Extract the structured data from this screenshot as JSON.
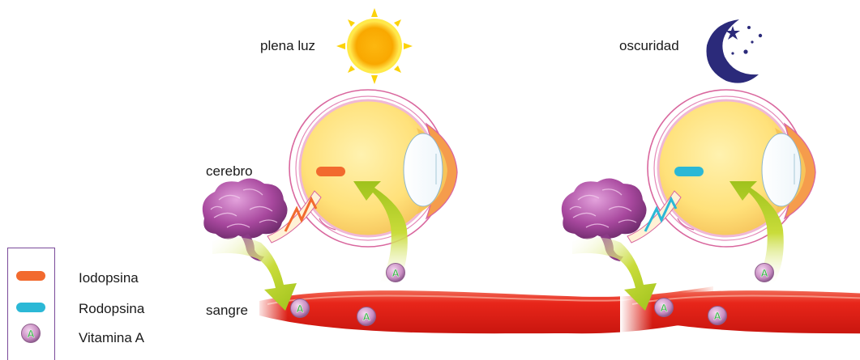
{
  "panels": [
    {
      "id": "light",
      "title": "plena luz",
      "brain_label": "cerebro",
      "blood_label": "sangre",
      "pigment": "iodopsina"
    },
    {
      "id": "dark",
      "title": "oscuridad",
      "brain_label": "",
      "blood_label": "",
      "pigment": "rodopsina"
    }
  ],
  "legend": {
    "items": [
      {
        "key": "iodopsina",
        "label": "Iodopsina"
      },
      {
        "key": "rodopsina",
        "label": "Rodopsina"
      },
      {
        "key": "vitamina",
        "label": "Vitamina A"
      }
    ]
  },
  "vitamin_letter": "A",
  "icons": {
    "sun": "sun-icon",
    "moon": "moon-stars-icon",
    "brain": "brain-icon",
    "eye": "eye-icon",
    "nerve": "nerve-signal-icon"
  },
  "colors": {
    "iodopsina": "#f26a2e",
    "rodopsina": "#2bb8d6",
    "vitamin_fill": "#c98fc4",
    "vitamin_letter": "#3cb34a",
    "blood": "#e2261d",
    "eye_fill": "#ffe38a",
    "eye_outline": "#d9679e",
    "brain": "#a64a9e",
    "arrow": "#c5d92b",
    "sun": "#fbb812",
    "moon": "#2b2a7a"
  }
}
